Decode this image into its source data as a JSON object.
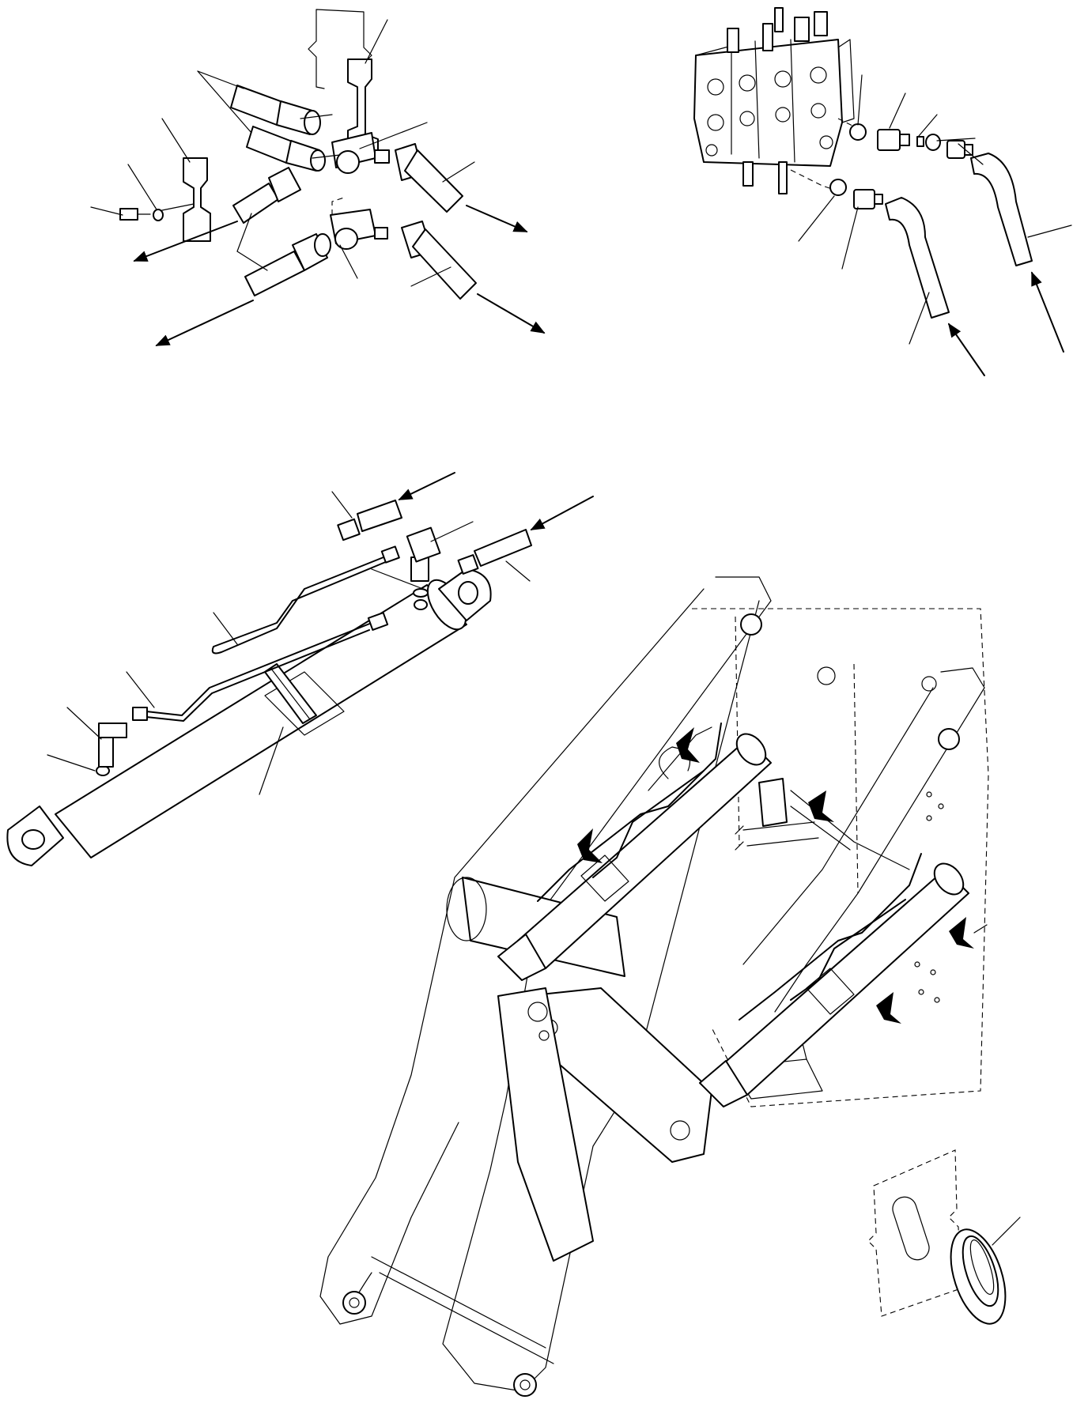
{
  "figure": {
    "style": "exploded parts diagram, black line art on white",
    "background_color": "#ffffff",
    "line_color": "#000000",
    "callout_count": 24,
    "flow_arrow_count": 11,
    "labels": []
  },
  "groups": {
    "top_left": "hose-junction-block-group",
    "top_right": "control-valve-fittings-group",
    "middle_left": "lift-cylinder-piping-group",
    "main": "loader-boom-assembly",
    "bottom_right": "grommet-detail"
  }
}
